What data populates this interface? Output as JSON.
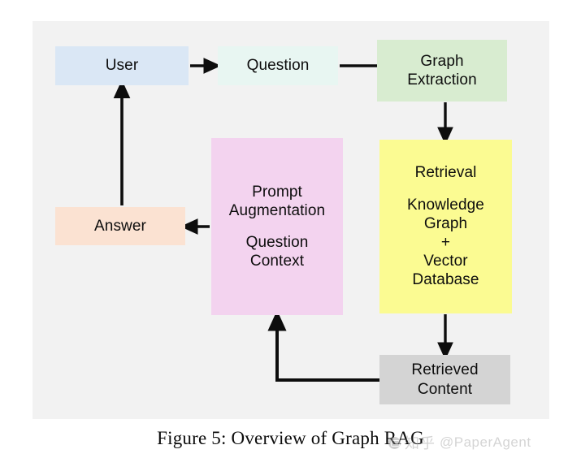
{
  "figure": {
    "caption": "Figure 5: Overview of Graph RAG",
    "panel_background": "#f2f2f2",
    "text_color": "#0d0d0d"
  },
  "nodes": {
    "user": {
      "label": "User",
      "color": "#dae7f5",
      "name": "user-node"
    },
    "question": {
      "label": "Question",
      "color": "#e8f6f2",
      "name": "question-node"
    },
    "graph_extraction": {
      "line1": "Graph",
      "line2": "Extraction",
      "color": "#d8ecd0",
      "name": "graph-extraction-node"
    },
    "retrieval": {
      "title": "Retrieval",
      "line1": "Knowledge",
      "line2": "Graph",
      "line3": "+",
      "line4": "Vector",
      "line5": "Database",
      "color": "#fbfb92",
      "name": "retrieval-node"
    },
    "prompt_augmentation": {
      "line1": "Prompt",
      "line2": "Augmentation",
      "line3": "Question",
      "line4": "Context",
      "color": "#f3d3ef",
      "name": "prompt-augmentation-node"
    },
    "answer": {
      "label": "Answer",
      "color": "#fbe2d2",
      "name": "answer-node"
    },
    "retrieved_content": {
      "line1": "Retrieved",
      "line2": "Content",
      "color": "#d4d4d4",
      "name": "retrieved-content-node"
    }
  },
  "edges": [
    {
      "name": "edge-user-to-question",
      "from": "user",
      "to": "question",
      "style": "arrow"
    },
    {
      "name": "edge-question-to-graph-extraction",
      "from": "question",
      "to": "graph_extraction",
      "style": "line"
    },
    {
      "name": "edge-graph-extraction-to-retrieval",
      "from": "graph_extraction",
      "to": "retrieval",
      "style": "arrow"
    },
    {
      "name": "edge-retrieval-to-retrieved-content",
      "from": "retrieval",
      "to": "retrieved_content",
      "style": "arrow"
    },
    {
      "name": "edge-retrieved-content-to-prompt",
      "from": "retrieved_content",
      "to": "prompt_augmentation",
      "style": "arrow"
    },
    {
      "name": "edge-prompt-to-answer",
      "from": "prompt_augmentation",
      "to": "answer",
      "style": "arrow"
    },
    {
      "name": "edge-answer-to-user",
      "from": "answer",
      "to": "user",
      "style": "arrow"
    }
  ],
  "watermark": {
    "site": "知乎",
    "handle": "@PaperAgent"
  }
}
